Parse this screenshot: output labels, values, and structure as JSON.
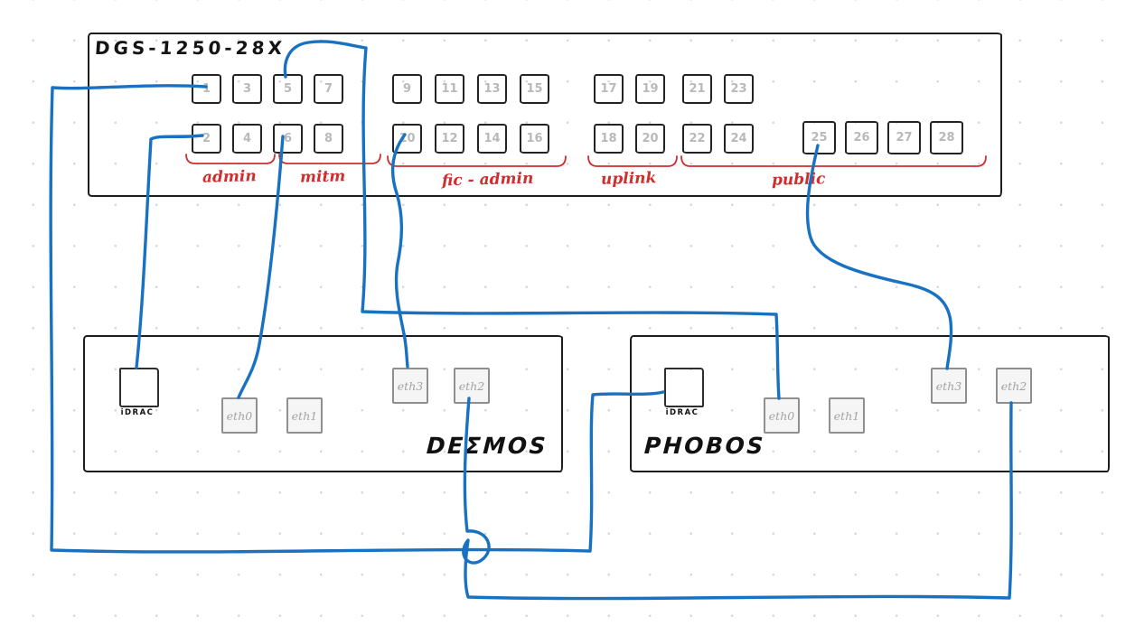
{
  "diagram": {
    "type": "network-cabling-sketch",
    "background": "#ffffff",
    "grid_dot_color": "#d8d8d8"
  },
  "colors": {
    "box_stroke": "#1d1d1d",
    "port_number": "#b9b9b9",
    "group_label": "#cf2e2e",
    "cable": "#1971c2",
    "eth_label": "#a3a3a3"
  },
  "switch": {
    "title": "DGS-1250-28X",
    "ports": {
      "p1": "1",
      "p2": "2",
      "p3": "3",
      "p4": "4",
      "p5": "5",
      "p6": "6",
      "p7": "7",
      "p8": "8",
      "p9": "9",
      "p10": "10",
      "p11": "11",
      "p12": "12",
      "p13": "13",
      "p14": "14",
      "p15": "15",
      "p16": "16",
      "p17": "17",
      "p18": "18",
      "p19": "19",
      "p20": "20",
      "p21": "21",
      "p22": "22",
      "p23": "23",
      "p24": "24",
      "p25": "25",
      "p26": "26",
      "p27": "27",
      "p28": "28"
    },
    "groups": [
      {
        "id": "admin",
        "label": "admin"
      },
      {
        "id": "mitm",
        "label": "mitm"
      },
      {
        "id": "fic-admin",
        "label": "fic - admin"
      },
      {
        "id": "uplink",
        "label": "uplink"
      },
      {
        "id": "public",
        "label": "public"
      }
    ]
  },
  "servers": [
    {
      "id": "desmos",
      "name": "DEΣMOS",
      "ports": {
        "idrac": "iDRAC",
        "eth0": "eth0",
        "eth1": "eth1",
        "eth2": "eth2",
        "eth3": "eth3"
      }
    },
    {
      "id": "phobos",
      "name": "PHOBOS",
      "ports": {
        "idrac": "iDRAC",
        "eth0": "eth0",
        "eth1": "eth1",
        "eth2": "eth2",
        "eth3": "eth3"
      }
    }
  ],
  "cables": [
    {
      "from": "switch-port-1",
      "to": "phobos-idrac"
    },
    {
      "from": "switch-port-2",
      "to": "desmos-idrac"
    },
    {
      "from": "switch-port-5",
      "to": "phobos-eth0"
    },
    {
      "from": "switch-port-6",
      "to": "desmos-eth0"
    },
    {
      "from": "switch-port-10",
      "to": "desmos-eth3"
    },
    {
      "from": "switch-port-25",
      "to": "phobos-eth3"
    },
    {
      "from": "desmos-eth2",
      "to": "phobos-eth2"
    }
  ]
}
